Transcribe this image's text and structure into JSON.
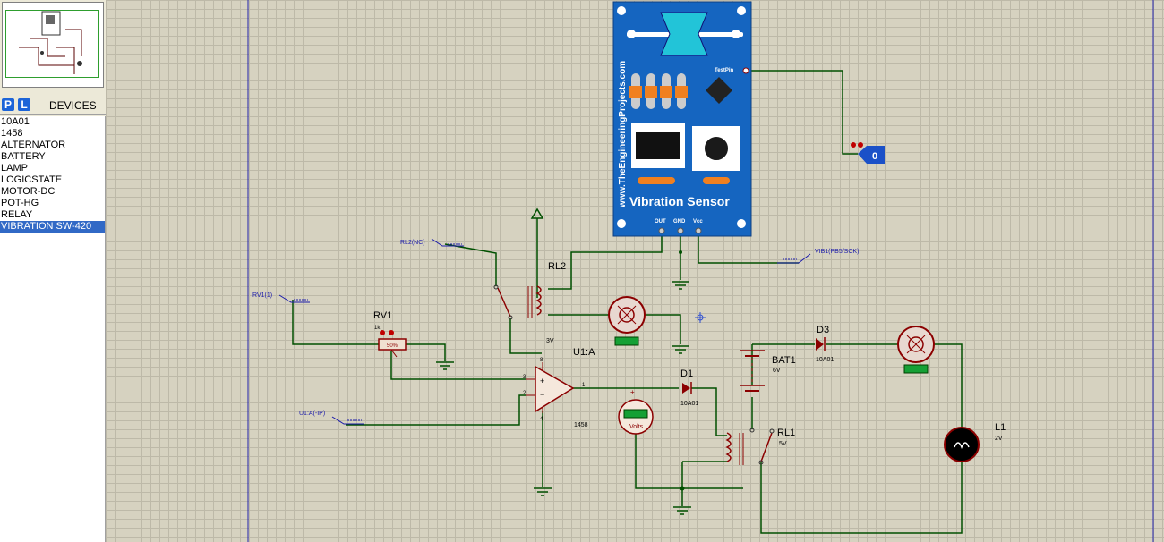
{
  "devices_panel": {
    "p_label": "P",
    "l_label": "L",
    "title": "DEVICES",
    "items": [
      "10A01",
      "1458",
      "ALTERNATOR",
      "BATTERY",
      "LAMP",
      "LOGICSTATE",
      "MOTOR-DC",
      "POT-HG",
      "RELAY",
      "VIBRATION SW-420"
    ],
    "selected_index": 9
  },
  "sensor": {
    "website": "www.TheEngineeringProjects.com",
    "title": "Vibration Sensor",
    "testpin": "TestPin",
    "pins": [
      "OUT",
      "GND",
      "Vcc"
    ]
  },
  "components": {
    "rl2": "RL2",
    "rv1": "RV1",
    "rv1_value": "1k",
    "rv1_pct": "50%",
    "u1a": "U1:A",
    "u1_part": "1458",
    "u1_v": "3V",
    "pin1": "1",
    "pin2": "2",
    "pin3": "3",
    "pin4": "4",
    "pin8": "8",
    "d1": "D1",
    "d1_part": "10A01",
    "d3": "D3",
    "d3_part": "10A01",
    "bat1": "BAT1",
    "bat1_v": "6V",
    "rl1": "RL1",
    "rl1_v": "5V",
    "l1": "L1",
    "l1_v": "2V",
    "volts": "Volts",
    "logic_value": "0"
  },
  "terminals": {
    "rl2nc": "RL2(NC)",
    "rv1": "RV1(1)",
    "u1aip": "U1:A(-IP)",
    "vib1": "VIB1(PB5/SCK)"
  },
  "colors": {
    "wire": "#005000",
    "component": "#8b0000",
    "sensor_board": "#1565c0",
    "terminal": "#1a1aaa"
  }
}
